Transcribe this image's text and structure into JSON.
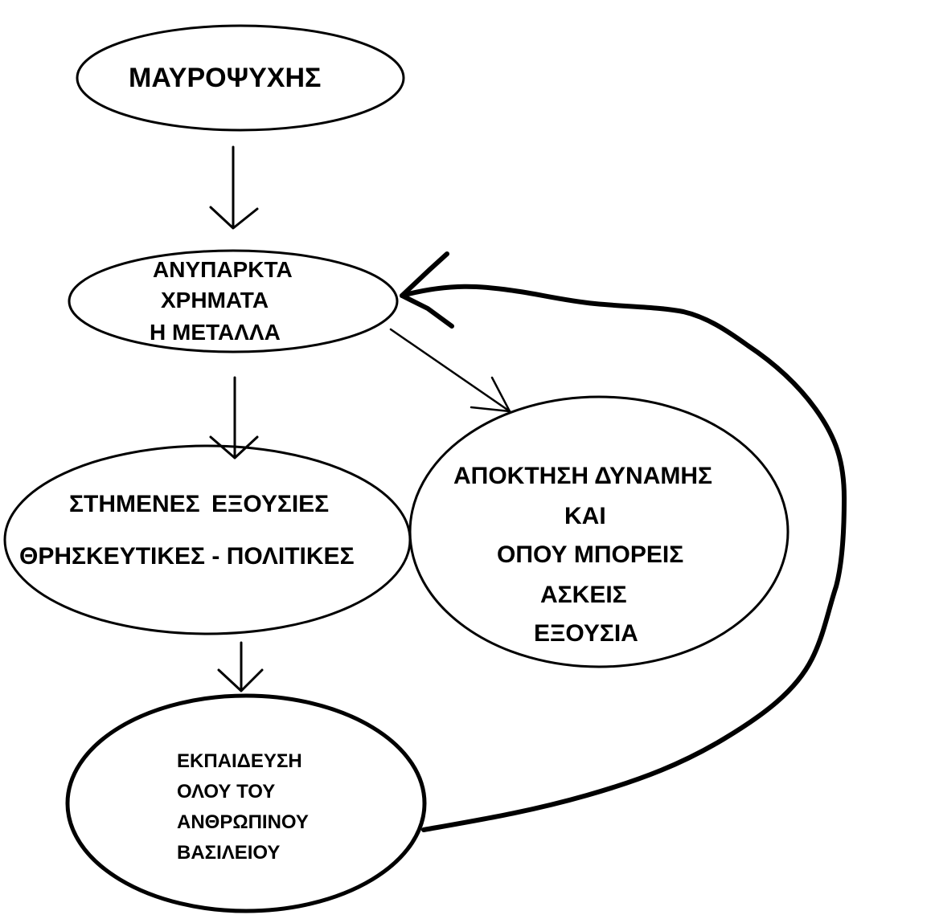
{
  "nodes": [
    {
      "id": "node1",
      "lines": [
        "ΜΑΥΡΟΨΥΧΗΣ"
      ]
    },
    {
      "id": "node2",
      "lines": [
        "ΑΝΥΠΑΡΚΤΑ",
        "ΧΡΗΜΑΤΑ",
        "Η ΜΕΤΑΛΛΑ"
      ]
    },
    {
      "id": "node3",
      "lines": [
        "ΣΤΗΜΕΝΕΣ  ΕΞΟΥΣΙΕΣ",
        "ΘΡΗΣΚΕΥΤΙΚΕΣ - ΠΟΛΙΤΙΚΕΣ"
      ]
    },
    {
      "id": "node4",
      "lines": [
        "ΑΠΟΚΤΗΣΗ ΔΥΝΑΜΗΣ",
        "ΚΑΙ",
        "ΟΠΟΥ ΜΠΟΡΕΙΣ",
        "ΑΣΚΕΙΣ",
        "ΕΞΟΥΣΙΑ"
      ]
    },
    {
      "id": "node5",
      "lines": [
        "ΕΚΠΑΙΔΕΥΣΗ",
        "ΟΛΟΥ ΤΟΥ",
        "ΑΝΘΡΩΠΙΝΟΥ",
        "ΒΑΣΙΛΕΙΟΥ"
      ]
    }
  ],
  "edges": [
    {
      "from": "node1",
      "to": "node2"
    },
    {
      "from": "node2",
      "to": "node3"
    },
    {
      "from": "node2",
      "to": "node4"
    },
    {
      "from": "node3",
      "to": "node5"
    },
    {
      "from": "node5",
      "to": "node2"
    }
  ],
  "colors": {
    "stroke": "#000000",
    "background": "#ffffff",
    "text": "#000000"
  }
}
